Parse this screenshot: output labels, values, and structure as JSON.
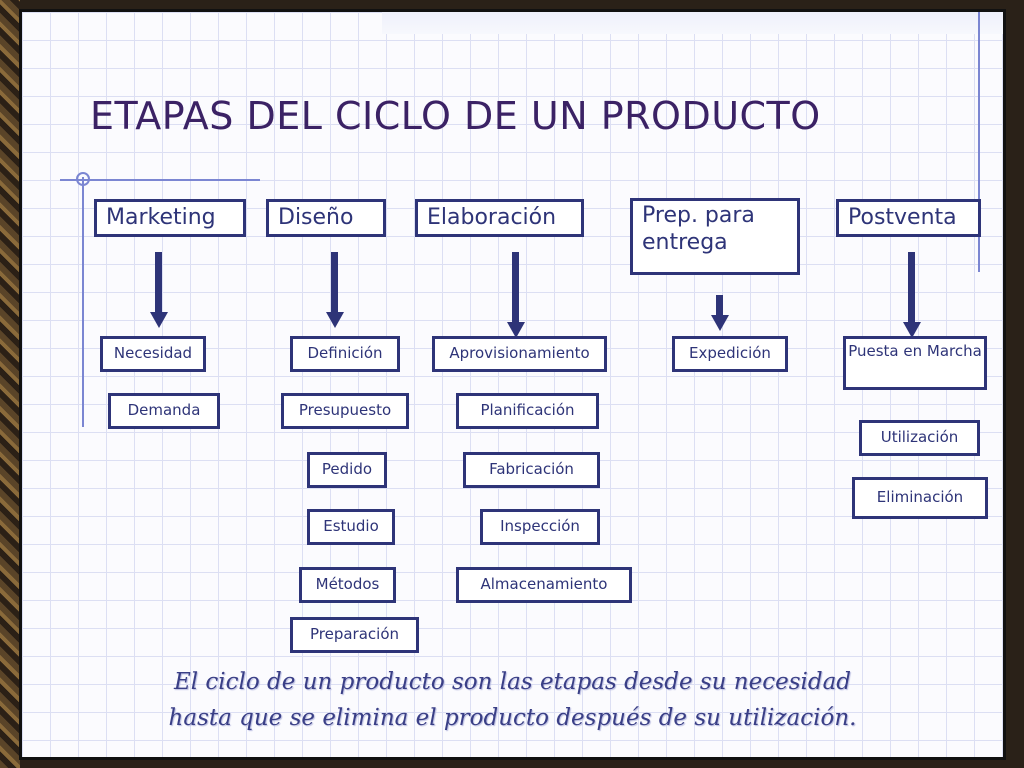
{
  "title": "ETAPAS DEL CICLO DE UN PRODUCTO",
  "stages": [
    {
      "label": "Marketing",
      "steps": [
        "Necesidad",
        "Demanda"
      ]
    },
    {
      "label": "Diseño",
      "steps": [
        "Definición",
        "Presupuesto",
        "Pedido",
        "Estudio",
        "Métodos",
        "Preparación"
      ]
    },
    {
      "label": "Elaboración",
      "steps": [
        "Aprovisionamiento",
        "Planificación",
        "Fabricación",
        "Inspección",
        "Almacenamiento"
      ]
    },
    {
      "label": "Prep. para entrega",
      "steps": [
        "Expedición"
      ]
    },
    {
      "label": "Postventa",
      "steps": [
        "Puesta en Marcha",
        "Utilización",
        "Eliminación"
      ]
    }
  ],
  "caption": {
    "line1": "El ciclo de un producto son las etapas desde su necesidad",
    "line2": "hasta que se elimina el producto después de su utilización."
  },
  "colors": {
    "box_border": "#2e3478",
    "title": "#3b2265",
    "accent_line": "#7b86d2"
  }
}
